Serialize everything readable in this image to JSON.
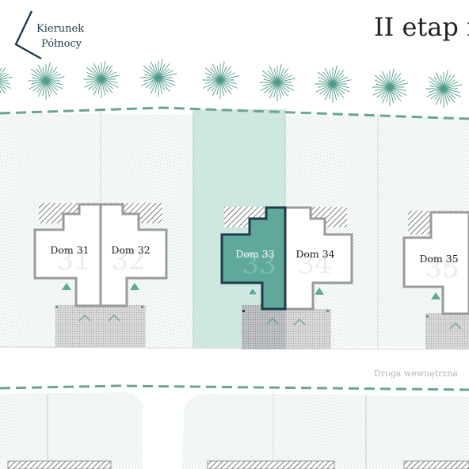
{
  "compass": {
    "label_line1": "Kierunek",
    "label_line2": "Północy",
    "icon": "north-arrow-icon"
  },
  "page": {
    "title": "II etap i"
  },
  "road": {
    "label": "Droga wewnętrzna"
  },
  "houses": [
    {
      "id": "31",
      "label": "Dom 31",
      "number": "31",
      "selected": false
    },
    {
      "id": "32",
      "label": "Dom 32",
      "number": "32",
      "selected": false
    },
    {
      "id": "33",
      "label": "Dom 33",
      "number": "33",
      "selected": true
    },
    {
      "id": "34",
      "label": "Dom 34",
      "number": "34",
      "selected": false
    },
    {
      "id": "35",
      "label": "Dom 35",
      "number": "35",
      "selected": false
    }
  ],
  "colors": {
    "accent": "#5fa89a",
    "accent_dark": "#1f3c4c",
    "plot_selected": "#d6ece6",
    "road_dash": "#6aa497",
    "outline": "#9a9a9a",
    "text": "#222222",
    "muted_text": "#b5b5b5",
    "tree": "#4f9b8c"
  }
}
